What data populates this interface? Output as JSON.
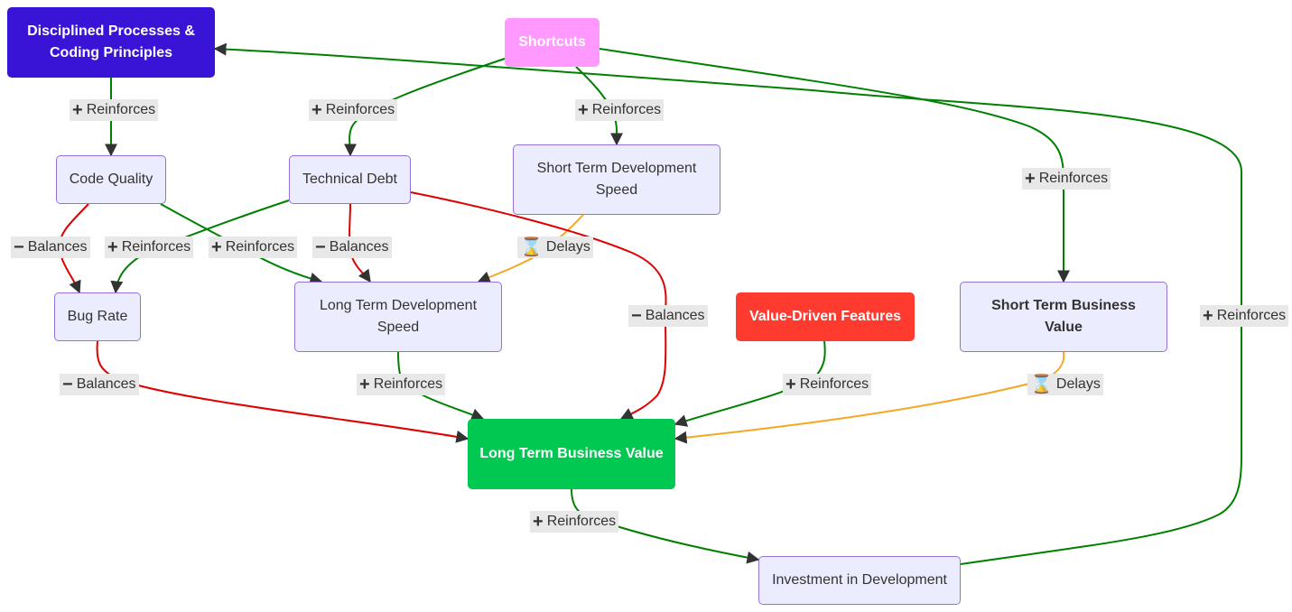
{
  "nodes": {
    "disciplined": "Disciplined Processes & Coding Principles",
    "shortcuts": "Shortcuts",
    "code_quality": "Code Quality",
    "technical_debt": "Technical Debt",
    "st_dev_speed": "Short Term Development Speed",
    "bug_rate": "Bug Rate",
    "lt_dev_speed": "Long Term Development Speed",
    "value_features": "Value-Driven Features",
    "st_business_value": "Short Term Business Value",
    "lt_business_value": "Long Term Business Value",
    "investment": "Investment in Development"
  },
  "edges": [
    {
      "from": "disciplined",
      "to": "code_quality",
      "symbol": "+",
      "label": "Reinforces",
      "color": "#008000"
    },
    {
      "from": "shortcuts",
      "to": "technical_debt",
      "symbol": "+",
      "label": "Reinforces",
      "color": "#008000"
    },
    {
      "from": "shortcuts",
      "to": "st_dev_speed",
      "symbol": "+",
      "label": "Reinforces",
      "color": "#008000"
    },
    {
      "from": "shortcuts",
      "to": "st_business_value",
      "symbol": "+",
      "label": "Reinforces",
      "color": "#008000"
    },
    {
      "from": "code_quality",
      "to": "bug_rate",
      "symbol": "−",
      "label": "Balances",
      "color": "#e00000"
    },
    {
      "from": "technical_debt",
      "to": "bug_rate",
      "symbol": "+",
      "label": "Reinforces",
      "color": "#008000"
    },
    {
      "from": "code_quality",
      "to": "lt_dev_speed",
      "symbol": "+",
      "label": "Reinforces",
      "color": "#008000"
    },
    {
      "from": "technical_debt",
      "to": "lt_dev_speed",
      "symbol": "−",
      "label": "Balances",
      "color": "#e00000"
    },
    {
      "from": "st_dev_speed",
      "to": "lt_dev_speed",
      "symbol": "⌛",
      "label": "Delays",
      "color": "#f5a623"
    },
    {
      "from": "technical_debt",
      "to": "lt_business_value",
      "symbol": "−",
      "label": "Balances",
      "color": "#e00000"
    },
    {
      "from": "bug_rate",
      "to": "lt_business_value",
      "symbol": "−",
      "label": "Balances",
      "color": "#e00000"
    },
    {
      "from": "lt_dev_speed",
      "to": "lt_business_value",
      "symbol": "+",
      "label": "Reinforces",
      "color": "#008000"
    },
    {
      "from": "value_features",
      "to": "lt_business_value",
      "symbol": "+",
      "label": "Reinforces",
      "color": "#008000"
    },
    {
      "from": "st_business_value",
      "to": "lt_business_value",
      "symbol": "⌛",
      "label": "Delays",
      "color": "#f5a623"
    },
    {
      "from": "lt_business_value",
      "to": "investment",
      "symbol": "+",
      "label": "Reinforces",
      "color": "#008000"
    },
    {
      "from": "investment",
      "to": "disciplined",
      "symbol": "+",
      "label": "Reinforces",
      "color": "#008000"
    }
  ],
  "colors": {
    "node_fill": "#ECECFF",
    "node_border": "#9370DB",
    "disciplined_fill": "#3a14d6",
    "shortcuts_fill": "#ff99ff",
    "value_features_fill": "#ff3b30",
    "lt_business_value_fill": "#00c851",
    "reinforce": "#008000",
    "balance": "#e00000",
    "delay": "#f5a623",
    "label_bg": "#e8e8e8"
  }
}
